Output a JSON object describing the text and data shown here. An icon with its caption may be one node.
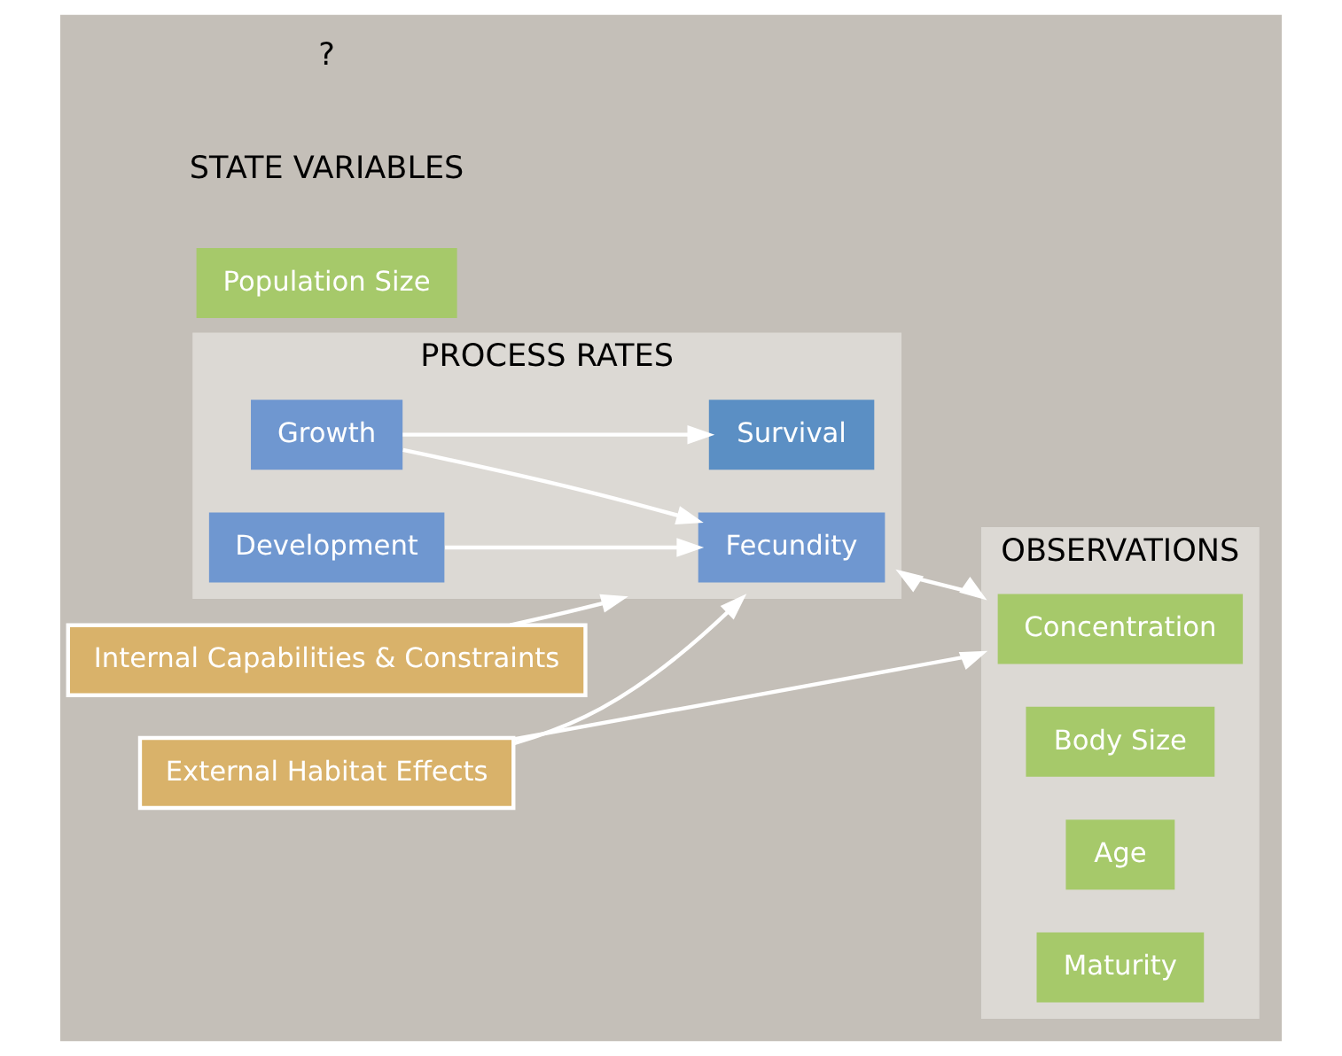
{
  "diagram": {
    "nodes": [
      {
        "text": [
          "External Habitat Effects"
        ]
      },
      {
        "text": [
          "PROCESS RATES"
        ]
      },
      {
        "text": [
          "Fecundity"
        ],
        "in": 1
      },
      {
        "text": [
          "Survival"
        ],
        "in": 1
      },
      {
        "text": [
          "Growth"
        ],
        "in": 1
      },
      {
        "text": [
          "Development"
        ],
        "in": 1
      },
      {
        "text": [
          "Internal Capabilities & Constraints"
        ]
      },
      {
        "text": [
          "OBSERVATIONS"
        ]
      },
      {
        "text": [
          "Population Size"
        ]
      },
      {
        "text": [
          "Concentration"
        ],
        "in": 7
      },
      {
        "text": [
          "Body Size"
        ],
        "in": 7
      },
      {
        "text": [
          "Age"
        ],
        "in": 7
      },
      {
        "text": [
          "Maturity"
        ],
        "in": 7
      }
    ],
    "edges": [
      {
        "from": 0,
        "to": 1,
        "arrow": "to"
      },
      {
        "from": 0,
        "to": 7,
        "arrow": "to"
      },
      {
        "from": 5,
        "to": 2,
        "arrow": "to"
      },
      {
        "from": 4,
        "to": 2,
        "arrow": "to"
      },
      {
        "from": 4,
        "to": 3,
        "arrow": "to"
      },
      {
        "from": 1,
        "to": 7,
        "arrow": "both"
      },
      {
        "from": 6,
        "to": 1,
        "arrow": "to"
      }
    ],
    "labels": [
      "STATE VARIABLES",
      "?"
    ]
  }
}
